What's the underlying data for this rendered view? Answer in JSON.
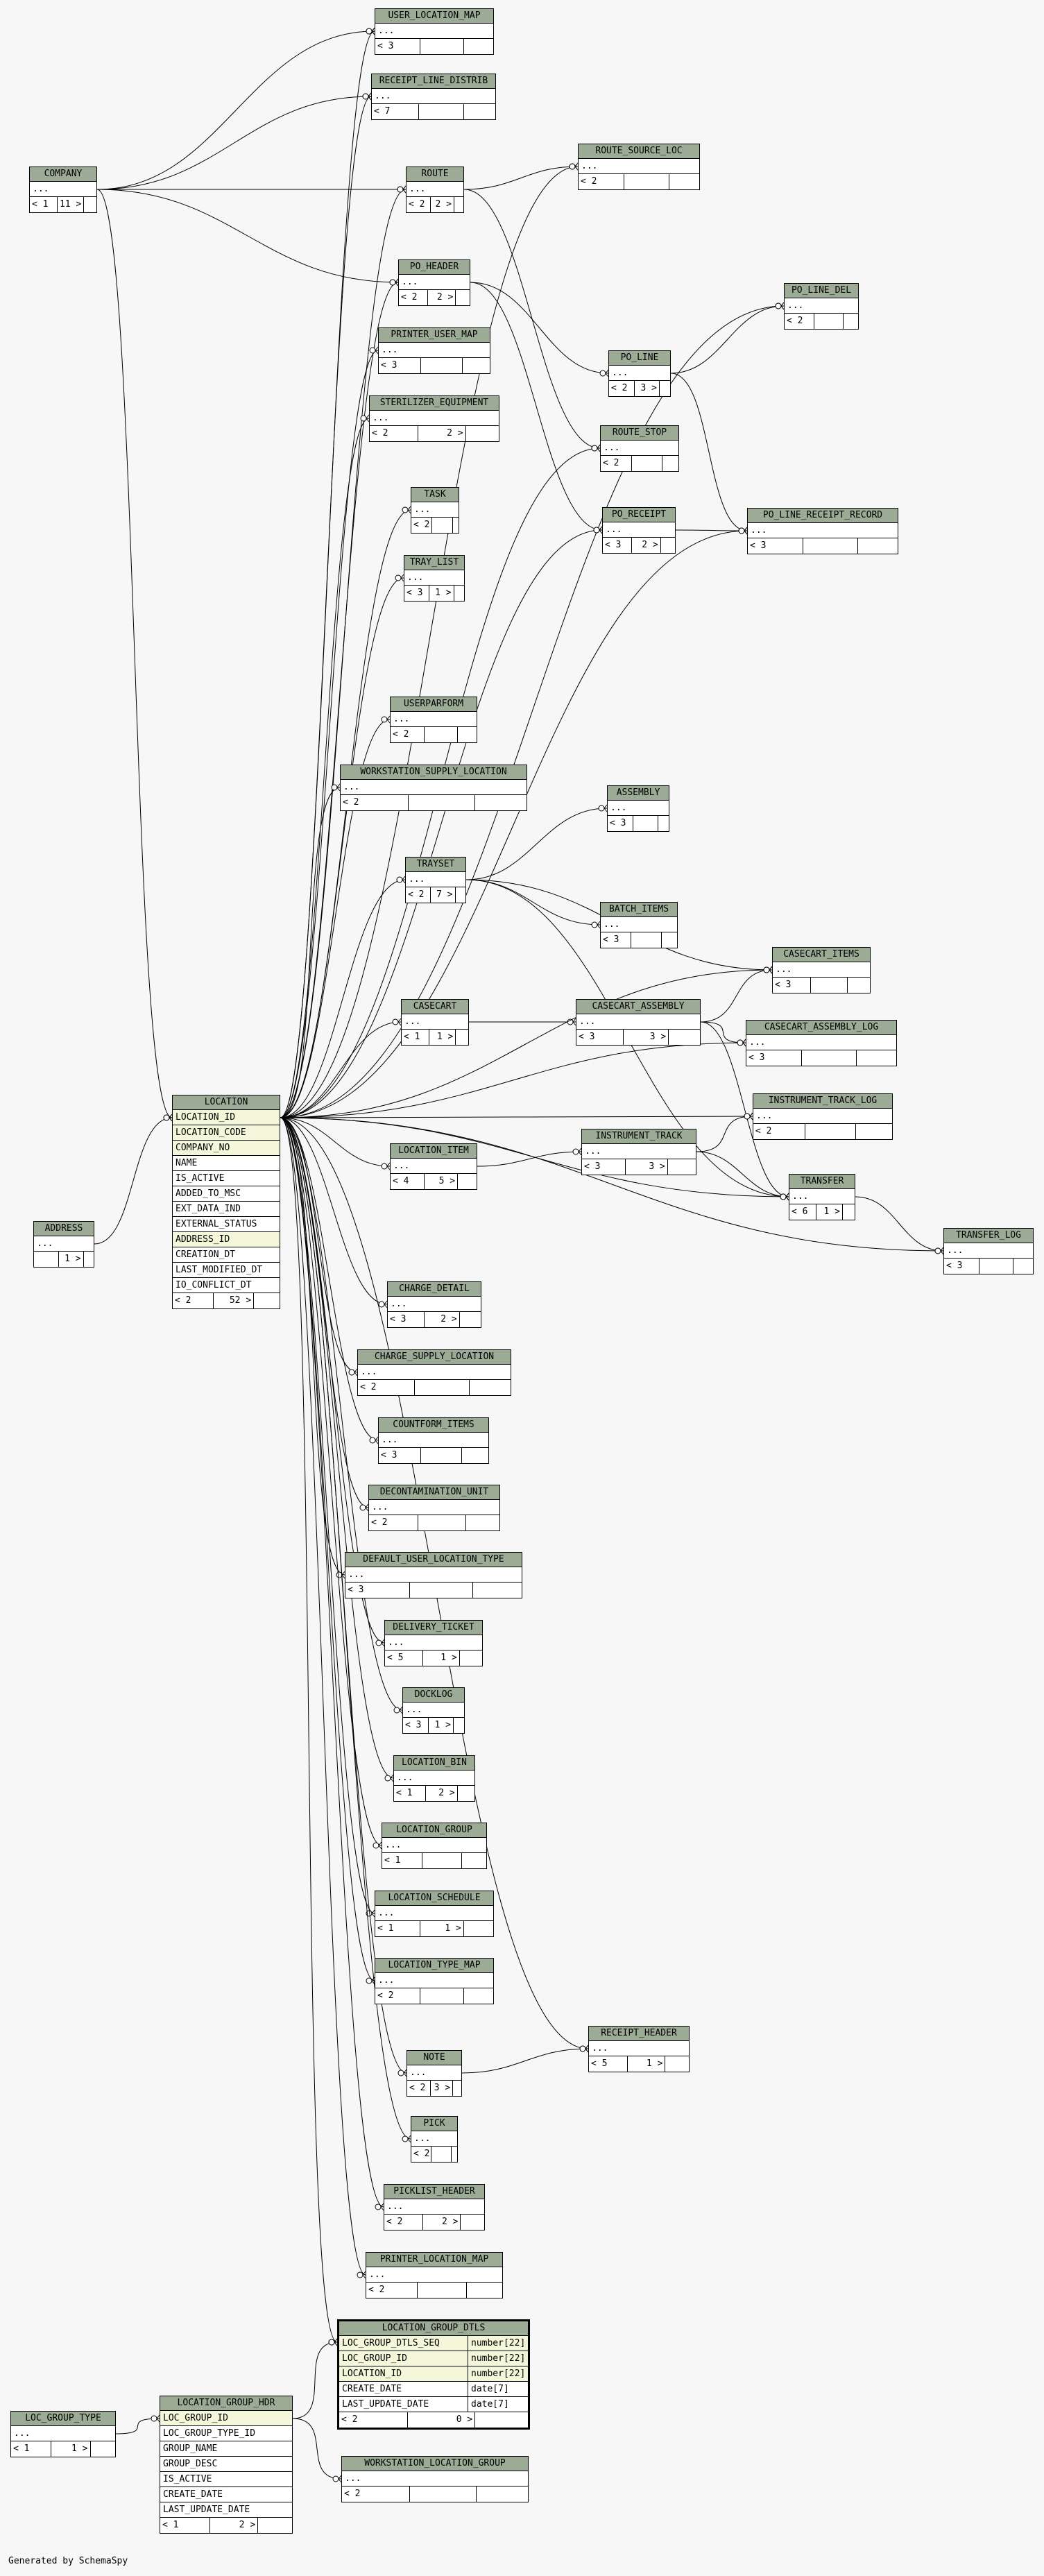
{
  "footer": "Generated by SchemaSpy",
  "tables": [
    {
      "id": "USER_LOCATION_MAP",
      "label": "USER_LOCATION_MAP",
      "rows": [
        "..."
      ],
      "foot": [
        "< 3",
        "",
        ""
      ]
    },
    {
      "id": "RECEIPT_LINE_DISTRIB",
      "label": "RECEIPT_LINE_DISTRIB",
      "rows": [
        "..."
      ],
      "foot": [
        "< 7",
        "",
        ""
      ]
    },
    {
      "id": "COMPANY",
      "label": "COMPANY",
      "rows": [
        "..."
      ],
      "foot": [
        "< 1",
        "11 >",
        ""
      ]
    },
    {
      "id": "ROUTE",
      "label": "ROUTE",
      "rows": [
        "..."
      ],
      "foot": [
        "< 2",
        "2 >",
        ""
      ]
    },
    {
      "id": "ROUTE_SOURCE_LOC",
      "label": "ROUTE_SOURCE_LOC",
      "rows": [
        "..."
      ],
      "foot": [
        "< 2",
        "",
        ""
      ]
    },
    {
      "id": "PO_HEADER",
      "label": "PO_HEADER",
      "rows": [
        "..."
      ],
      "foot": [
        "< 2",
        "2 >",
        ""
      ]
    },
    {
      "id": "PO_LINE_DEL",
      "label": "PO_LINE_DEL",
      "rows": [
        "..."
      ],
      "foot": [
        "< 2",
        "",
        ""
      ]
    },
    {
      "id": "PRINTER_USER_MAP",
      "label": "PRINTER_USER_MAP",
      "rows": [
        "..."
      ],
      "foot": [
        "< 3",
        "",
        ""
      ]
    },
    {
      "id": "PO_LINE",
      "label": "PO_LINE",
      "rows": [
        "..."
      ],
      "foot": [
        "< 2",
        "3 >",
        ""
      ]
    },
    {
      "id": "STERILIZER_EQUIPMENT",
      "label": "STERILIZER_EQUIPMENT",
      "rows": [
        "..."
      ],
      "foot": [
        "< 2",
        "2 >",
        ""
      ]
    },
    {
      "id": "ROUTE_STOP",
      "label": "ROUTE_STOP",
      "rows": [
        "..."
      ],
      "foot": [
        "< 2",
        "",
        ""
      ]
    },
    {
      "id": "TASK",
      "label": "TASK",
      "rows": [
        "..."
      ],
      "foot": [
        "< 2",
        "",
        ""
      ]
    },
    {
      "id": "PO_RECEIPT",
      "label": "PO_RECEIPT",
      "rows": [
        "..."
      ],
      "foot": [
        "< 3",
        "2 >",
        ""
      ]
    },
    {
      "id": "PO_LINE_RECEIPT_RECORD",
      "label": "PO_LINE_RECEIPT_RECORD",
      "rows": [
        "..."
      ],
      "foot": [
        "< 3",
        "",
        ""
      ]
    },
    {
      "id": "TRAY_LIST",
      "label": "TRAY_LIST",
      "rows": [
        "..."
      ],
      "foot": [
        "< 3",
        "1 >",
        ""
      ]
    },
    {
      "id": "USERPARFORM",
      "label": "USERPARFORM",
      "rows": [
        "..."
      ],
      "foot": [
        "< 2",
        "",
        ""
      ]
    },
    {
      "id": "WORKSTATION_SUPPLY_LOCATION",
      "label": "WORKSTATION_SUPPLY_LOCATION",
      "rows": [
        "..."
      ],
      "foot": [
        "< 2",
        "",
        ""
      ]
    },
    {
      "id": "ASSEMBLY",
      "label": "ASSEMBLY",
      "rows": [
        "..."
      ],
      "foot": [
        "< 3",
        "",
        ""
      ]
    },
    {
      "id": "TRAYSET",
      "label": "TRAYSET",
      "rows": [
        "..."
      ],
      "foot": [
        "< 2",
        "7 >",
        ""
      ]
    },
    {
      "id": "BATCH_ITEMS",
      "label": "BATCH_ITEMS",
      "rows": [
        "..."
      ],
      "foot": [
        "< 3",
        "",
        ""
      ]
    },
    {
      "id": "CASECART_ITEMS",
      "label": "CASECART_ITEMS",
      "rows": [
        "..."
      ],
      "foot": [
        "< 3",
        "",
        ""
      ]
    },
    {
      "id": "CASECART",
      "label": "CASECART",
      "rows": [
        "..."
      ],
      "foot": [
        "< 1",
        "1 >",
        ""
      ]
    },
    {
      "id": "CASECART_ASSEMBLY",
      "label": "CASECART_ASSEMBLY",
      "rows": [
        "..."
      ],
      "foot": [
        "< 3",
        "3 >",
        ""
      ]
    },
    {
      "id": "CASECART_ASSEMBLY_LOG",
      "label": "CASECART_ASSEMBLY_LOG",
      "rows": [
        "..."
      ],
      "foot": [
        "< 3",
        "",
        ""
      ]
    },
    {
      "id": "INSTRUMENT_TRACK_LOG",
      "label": "INSTRUMENT_TRACK_LOG",
      "rows": [
        "..."
      ],
      "foot": [
        "< 2",
        "",
        ""
      ]
    },
    {
      "id": "LOCATION_ITEM",
      "label": "LOCATION_ITEM",
      "rows": [
        "..."
      ],
      "foot": [
        "< 4",
        "5 >",
        ""
      ]
    },
    {
      "id": "INSTRUMENT_TRACK",
      "label": "INSTRUMENT_TRACK",
      "rows": [
        "..."
      ],
      "foot": [
        "< 3",
        "3 >",
        ""
      ]
    },
    {
      "id": "TRANSFER",
      "label": "TRANSFER",
      "rows": [
        "..."
      ],
      "foot": [
        "< 6",
        "1 >",
        ""
      ]
    },
    {
      "id": "TRANSFER_LOG",
      "label": "TRANSFER_LOG",
      "rows": [
        "..."
      ],
      "foot": [
        "< 3",
        "",
        ""
      ]
    },
    {
      "id": "ADDRESS",
      "label": "ADDRESS",
      "rows": [
        "..."
      ],
      "foot": [
        "",
        "1 >",
        ""
      ]
    },
    {
      "id": "CHARGE_DETAIL",
      "label": "CHARGE_DETAIL",
      "rows": [
        "..."
      ],
      "foot": [
        "< 3",
        "2 >",
        ""
      ]
    },
    {
      "id": "CHARGE_SUPPLY_LOCATION",
      "label": "CHARGE_SUPPLY_LOCATION",
      "rows": [
        "..."
      ],
      "foot": [
        "< 2",
        "",
        ""
      ]
    },
    {
      "id": "COUNTFORM_ITEMS",
      "label": "COUNTFORM_ITEMS",
      "rows": [
        "..."
      ],
      "foot": [
        "< 3",
        "",
        ""
      ]
    },
    {
      "id": "DECONTAMINATION_UNIT",
      "label": "DECONTAMINATION_UNIT",
      "rows": [
        "..."
      ],
      "foot": [
        "< 2",
        "",
        ""
      ]
    },
    {
      "id": "DEFAULT_USER_LOCATION_TYPE",
      "label": "DEFAULT_USER_LOCATION_TYPE",
      "rows": [
        "..."
      ],
      "foot": [
        "< 3",
        "",
        ""
      ]
    },
    {
      "id": "DELIVERY_TICKET",
      "label": "DELIVERY_TICKET",
      "rows": [
        "..."
      ],
      "foot": [
        "< 5",
        "1 >",
        ""
      ]
    },
    {
      "id": "DOCKLOG",
      "label": "DOCKLOG",
      "rows": [
        "..."
      ],
      "foot": [
        "< 3",
        "1 >",
        ""
      ]
    },
    {
      "id": "LOCATION_BIN",
      "label": "LOCATION_BIN",
      "rows": [
        "..."
      ],
      "foot": [
        "< 1",
        "2 >",
        ""
      ]
    },
    {
      "id": "LOCATION_GROUP",
      "label": "LOCATION_GROUP",
      "rows": [
        "..."
      ],
      "foot": [
        "< 1",
        "",
        ""
      ]
    },
    {
      "id": "LOCATION_SCHEDULE",
      "label": "LOCATION_SCHEDULE",
      "rows": [
        "..."
      ],
      "foot": [
        "< 1",
        "1 >",
        ""
      ]
    },
    {
      "id": "LOCATION_TYPE_MAP",
      "label": "LOCATION_TYPE_MAP",
      "rows": [
        "..."
      ],
      "foot": [
        "< 2",
        "",
        ""
      ]
    },
    {
      "id": "RECEIPT_HEADER",
      "label": "RECEIPT_HEADER",
      "rows": [
        "..."
      ],
      "foot": [
        "< 5",
        "1 >",
        ""
      ]
    },
    {
      "id": "NOTE",
      "label": "NOTE",
      "rows": [
        "..."
      ],
      "foot": [
        "< 2",
        "3 >",
        ""
      ]
    },
    {
      "id": "PICK",
      "label": "PICK",
      "rows": [
        "..."
      ],
      "foot": [
        "< 2",
        "",
        ""
      ]
    },
    {
      "id": "PICKLIST_HEADER",
      "label": "PICKLIST_HEADER",
      "rows": [
        "..."
      ],
      "foot": [
        "< 2",
        "2 >",
        ""
      ]
    },
    {
      "id": "PRINTER_LOCATION_MAP",
      "label": "PRINTER_LOCATION_MAP",
      "rows": [
        "..."
      ],
      "foot": [
        "< 2",
        "",
        ""
      ]
    },
    {
      "id": "WORKSTATION_LOCATION_GROUP",
      "label": "WORKSTATION_LOCATION_GROUP",
      "rows": [
        "..."
      ],
      "foot": [
        "< 2",
        "",
        ""
      ]
    },
    {
      "id": "LOC_GROUP_TYPE",
      "label": "LOC_GROUP_TYPE",
      "rows": [
        "..."
      ],
      "foot": [
        "< 1",
        "1 >",
        ""
      ]
    },
    {
      "id": "LOCATION",
      "label": "LOCATION",
      "rows": [
        "LOCATION_ID",
        "LOCATION_CODE",
        "COMPANY_NO",
        "NAME",
        "IS_ACTIVE",
        "ADDED_TO_MSC",
        "EXT_DATA_IND",
        "EXTERNAL_STATUS",
        "ADDRESS_ID",
        "CREATION_DT",
        "LAST_MODIFIED_DT",
        "IO_CONFLICT_DT"
      ],
      "keys": [
        0,
        1,
        2,
        8
      ],
      "foot": [
        "< 2",
        "52 >",
        ""
      ]
    },
    {
      "id": "LOCATION_GROUP_HDR",
      "label": "LOCATION_GROUP_HDR",
      "rows": [
        "LOC_GROUP_ID",
        "LOC_GROUP_TYPE_ID",
        "GROUP_NAME",
        "GROUP_DESC",
        "IS_ACTIVE",
        "CREATE_DATE",
        "LAST_UPDATE_DATE"
      ],
      "keys": [
        0
      ],
      "foot": [
        "< 1",
        "2 >",
        ""
      ]
    },
    {
      "id": "LOCATION_GROUP_DTLS",
      "label": "LOCATION_GROUP_DTLS",
      "focus": true,
      "rows": [
        "LOC_GROUP_DTLS_SEQ",
        "LOC_GROUP_ID",
        "LOCATION_ID",
        "CREATE_DATE",
        "LAST_UPDATE_DATE"
      ],
      "types": [
        "number[22]",
        "number[22]",
        "number[22]",
        "date[7]",
        "date[7]"
      ],
      "keys": [
        0,
        1,
        2
      ],
      "foot": [
        "< 2",
        "0 >",
        ""
      ]
    }
  ]
}
